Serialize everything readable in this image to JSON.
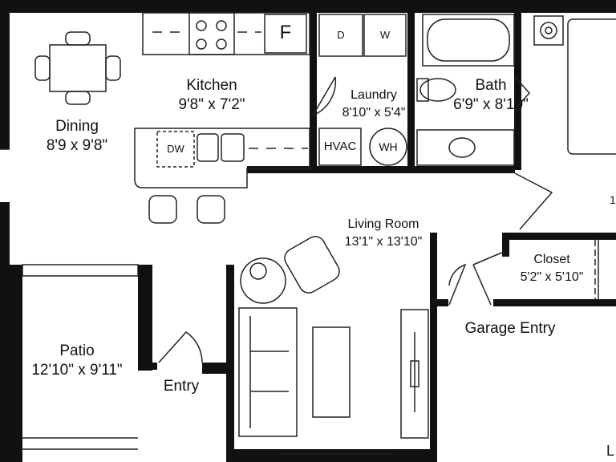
{
  "rooms": {
    "dining": {
      "name": "Dining",
      "size": "8'9 x 9'8\""
    },
    "kitchen": {
      "name": "Kitchen",
      "size": "9'8\" x 7'2\""
    },
    "laundry": {
      "name": "Laundry",
      "size": "8'10\" x 5'4\""
    },
    "bath": {
      "name": "Bath",
      "size": "6'9\" x 8'10\""
    },
    "living": {
      "name": "Living Room",
      "size": "13'1\" x 13'10\""
    },
    "closet": {
      "name": "Closet",
      "size": "5'2\" x 5'10\""
    },
    "patio": {
      "name": "Patio",
      "size": "12'10\" x 9'11\""
    }
  },
  "labels": {
    "entry": "Entry",
    "garage_entry": "Garage Entry"
  },
  "fixtures": {
    "fridge": "F",
    "dryer": "D",
    "washer": "W",
    "dishwasher": "DW",
    "hvac": "HVAC",
    "water_heater": "WH"
  },
  "cutoff": {
    "right_edge_1": "1",
    "corner": "L"
  },
  "colors": {
    "wall": "#111111",
    "line": "#222222",
    "background": "#ffffff"
  }
}
